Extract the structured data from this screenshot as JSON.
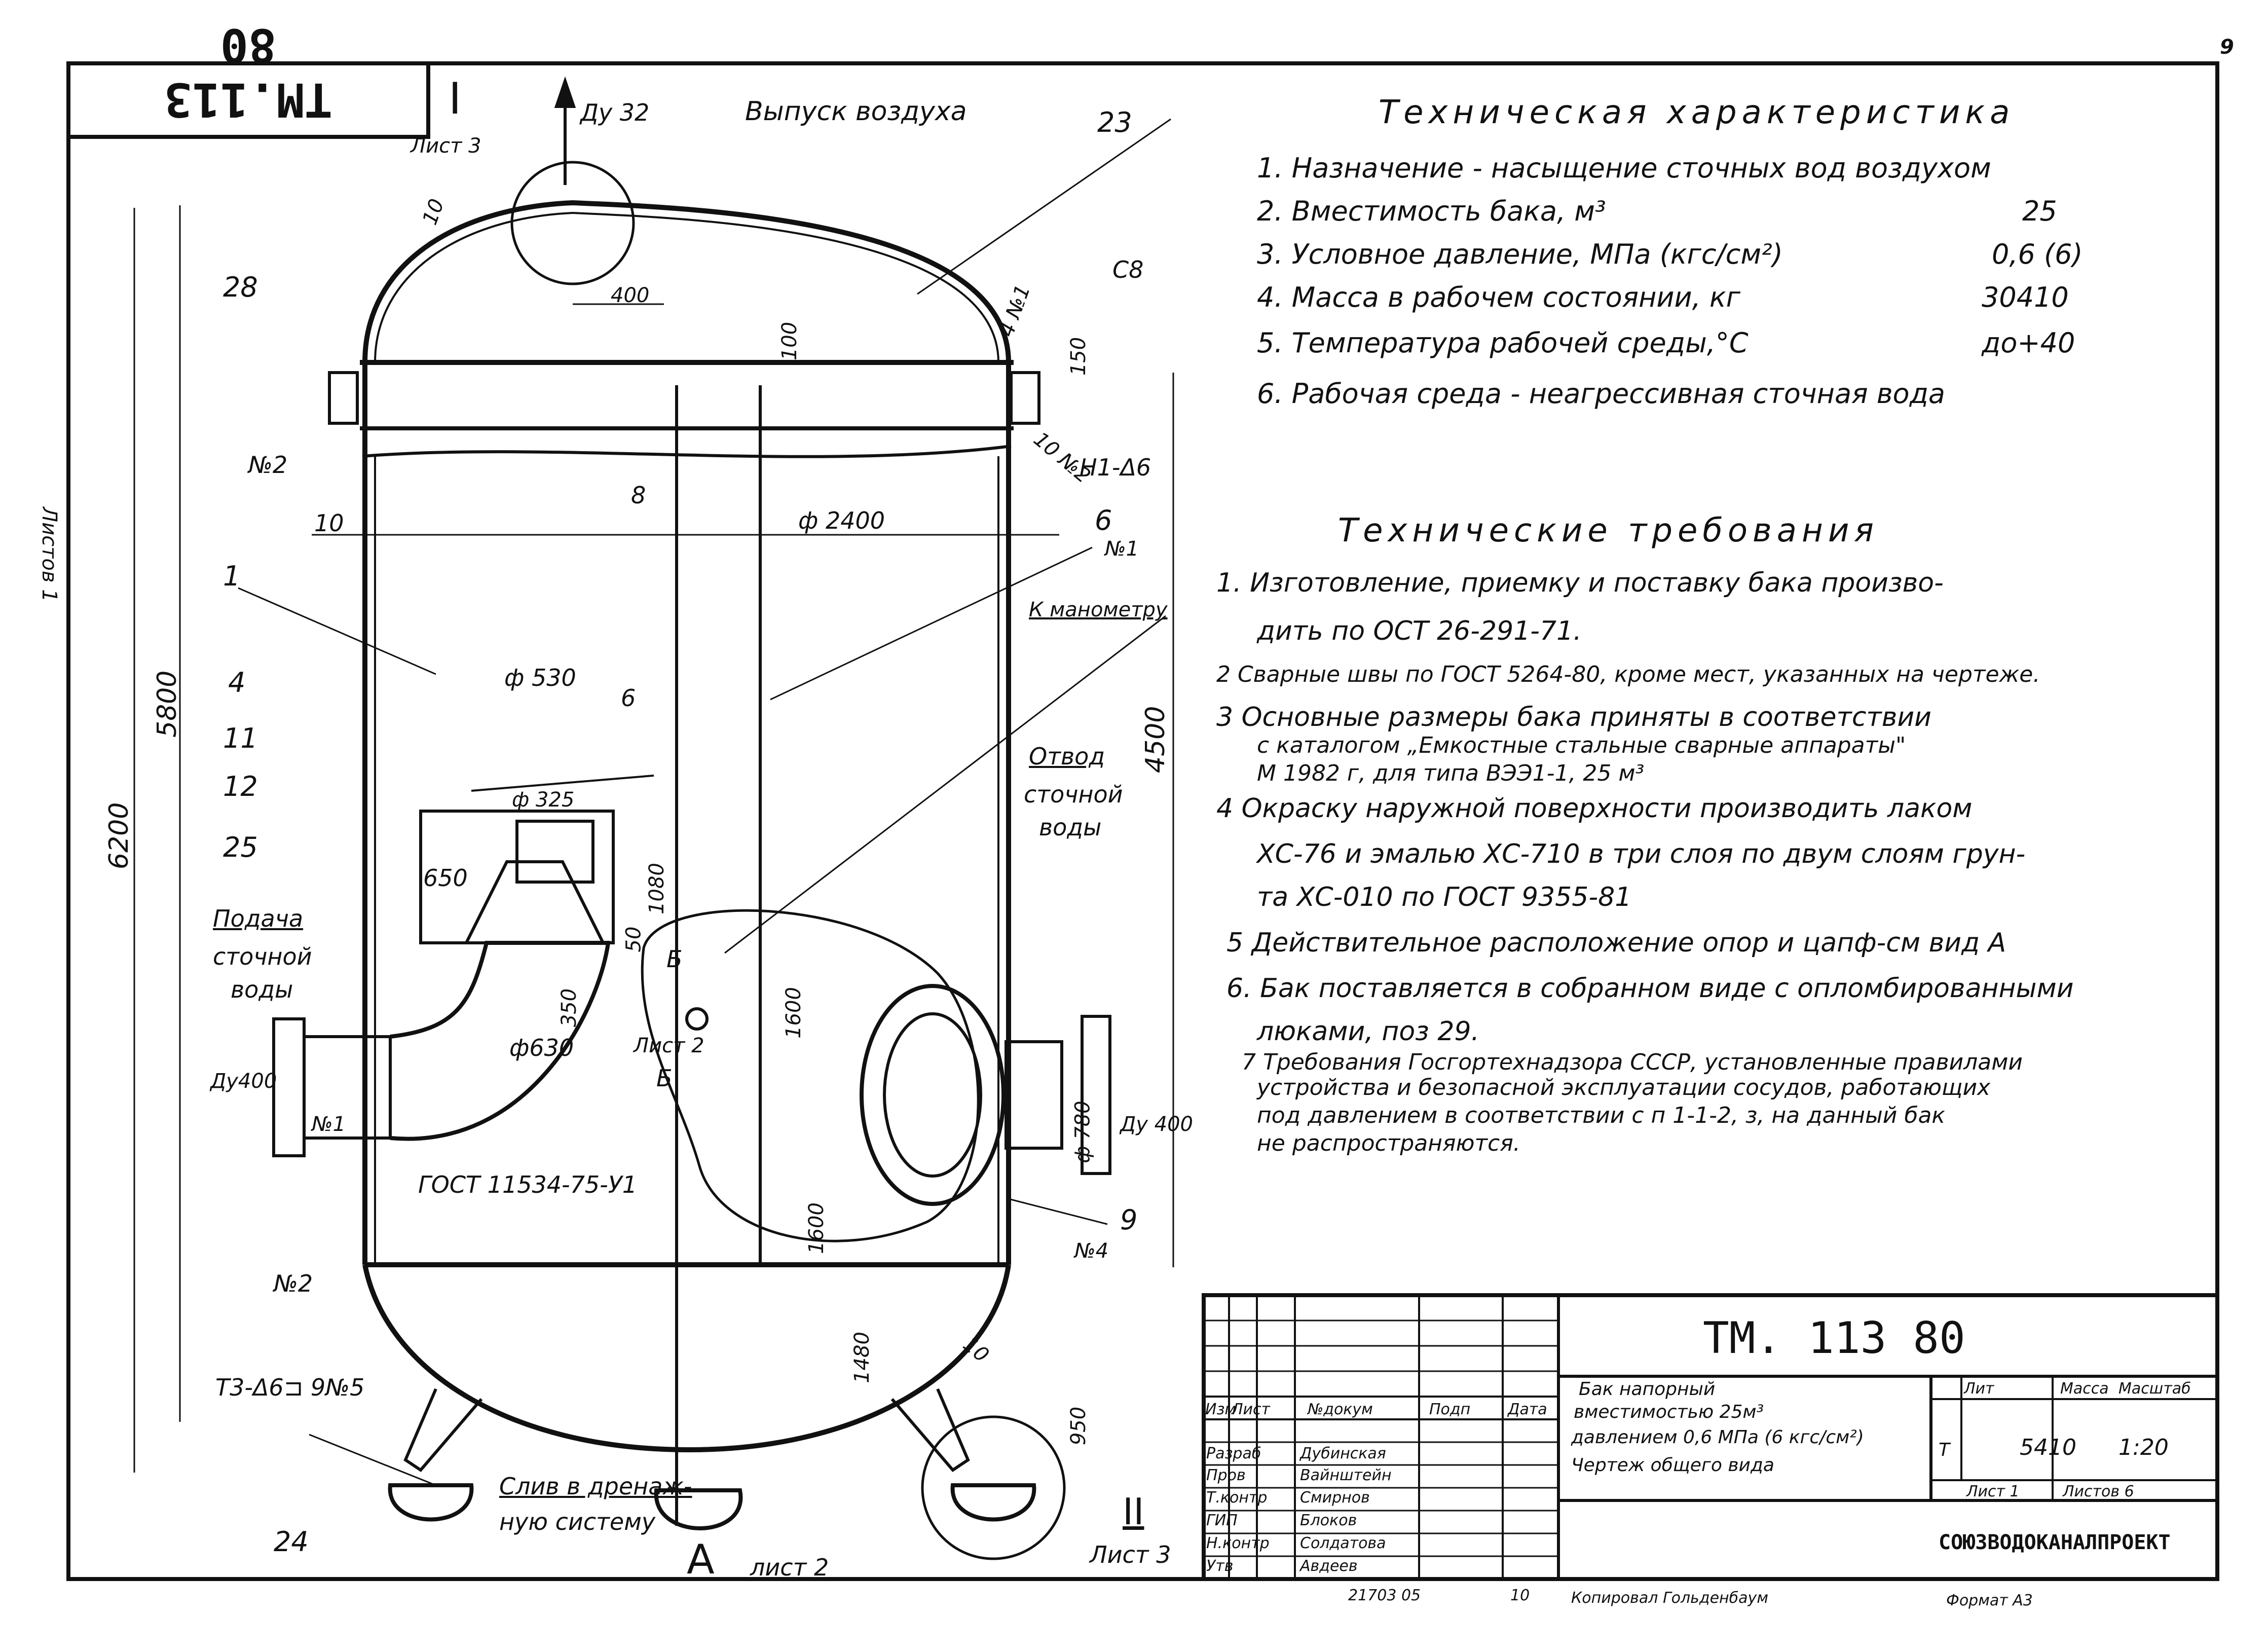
{
  "page_number": "9",
  "doc_code": "ТМ. 113 80",
  "doc_code_frame": "ТМ.113 80",
  "view_labels": {
    "section_one": "I",
    "section_two": "II"
  },
  "side_label": "Листов 1",
  "tech_char": {
    "title": "Техническая характеристика",
    "items": [
      {
        "text": "1. Назначение - насыщение сточных вод воздухом",
        "value": ""
      },
      {
        "text": "2. Вместимость бака, м³",
        "value": "25"
      },
      {
        "text": "3. Условное давление, МПа (кгс/см²)",
        "value": "0,6 (6)"
      },
      {
        "text": "4. Масса в рабочем состоянии, кг",
        "value": "30410"
      },
      {
        "text": "5. Температура рабочей среды,°С",
        "value": "до+40"
      },
      {
        "text": "6. Рабочая среда - неагрессивная сточная вода",
        "value": ""
      }
    ]
  },
  "tech_req": {
    "title": "Технические требования",
    "items": [
      "1. Изготовление, приемку и поставку бака произво-",
      "дить по ОСТ 26-291-71.",
      "2 Сварные швы по ГОСТ 5264-80, кроме мест, указанных на чертеже.",
      "3 Основные размеры бака приняты в соответствии",
      "с каталогом „Емкостные стальные сварные аппараты\"",
      "М 1982 г, для типа ВЭЭ1-1, 25 м³",
      "4 Окраску наружной поверхности производить лаком",
      "ХС-76 и эмалью ХС-710 в три слоя по двум слоям грун-",
      "та ХС-010 по ГОСТ 9355-81",
      "5 Действительное расположение опор и цапф-см вид А",
      "6. Бак поставляется в собранном виде с опломбированными",
      "люками, поз 29.",
      "7 Требования Госгортехнадзора СССР, установленные правилами",
      "устройства и безопасной эксплуатации сосудов, работающих",
      "под давлением в соответствии с п 1-1-2, з, на данный бак",
      "не распространяются."
    ]
  },
  "drawing_labels": {
    "du32": "Ду 32",
    "air_outlet": "Выпуск воздуха",
    "sheet3_top": "Лист 3",
    "sheet3_bottom": "Лист 3",
    "sheet2_mid": "Лист 2",
    "sheet2_bottom": "лист 2",
    "view_a": "А",
    "pos_23": "23",
    "pos_28": "28",
    "pos_c8": "С8",
    "pos_1": "1",
    "pos_4": "4",
    "pos_11": "11",
    "pos_12": "12",
    "pos_25": "25",
    "pos_6": "6",
    "pos_9": "9",
    "pos_24": "24",
    "n1_a": "№1",
    "n1_b": "№1",
    "n1_c": "№1",
    "n2_a": "№2",
    "n2_b": "№2",
    "n4": "№4",
    "n4_top": "4 №1",
    "n10": "10 №2",
    "h1": "Н1-Δ6",
    "t3": "Т3-Δ6⊐ 9№5",
    "manometer": "К манометру",
    "outlet": [
      "Отвод",
      "сточной",
      "воды"
    ],
    "inlet": [
      "Подача",
      "сточной",
      "воды"
    ],
    "du400_l": "Ду400",
    "du400_r": "Ду 400",
    "gost": "ГОСТ 11534-75-У1",
    "drain": [
      "Слив в дренаж-",
      "ную систему"
    ],
    "b1": "Б",
    "b2": "Б"
  },
  "dimensions": {
    "d6200": "6200",
    "d5800": "5800",
    "d4500": "4500",
    "d10_a": "10",
    "d10_b": "10",
    "d10_c": "10",
    "d400": "400",
    "d100": "100",
    "d150": "150",
    "d8": "8",
    "d2400": "ф 2400",
    "d530": "ф 530",
    "d6": "6",
    "d325": "ф 325",
    "d650": "650",
    "d1080": "1080",
    "d50": "50",
    "d350": "350",
    "d630": "ф630",
    "d1600_a": "1600",
    "d1600_b": "1600",
    "d780": "ф 780",
    "d1480": "1480",
    "d950": "950"
  },
  "title_block": {
    "code": "ТМ. 113 80",
    "name_lines": [
      "Бак напорный",
      "вместимостью 25м³",
      "давлением 0,6 МПа (6 кгс/см²)",
      "Чертеж общего вида"
    ],
    "headers": {
      "izm": "Изм",
      "list": "Лист",
      "doc": "№докум",
      "sign": "Подп",
      "date": "Дата"
    },
    "lit": "Лит",
    "mass": "Масса",
    "scale": "Масштаб",
    "lit_val": "Т",
    "mass_val": "5410",
    "scale_val": "1:20",
    "sheet": "Лист 1",
    "sheets": "Листов 6",
    "org": "СОЮЗВОДОКАНАЛПРОЕКТ",
    "roles": [
      {
        "role": "Разраб",
        "name": "Дубинская"
      },
      {
        "role": "Пров",
        "name": "Вайнштейн"
      },
      {
        "role": "Т.контр",
        "name": "Смирнов"
      },
      {
        "role": "ГИП",
        "name": "Блоков"
      },
      {
        "role": "Н.контр",
        "name": "Солдатова"
      },
      {
        "role": "Утв",
        "name": "Авдеев"
      }
    ]
  },
  "footer": {
    "inv": "21703 05",
    "num": "10",
    "copied": "Копировал Гольденбаум",
    "format": "Формат А3"
  }
}
